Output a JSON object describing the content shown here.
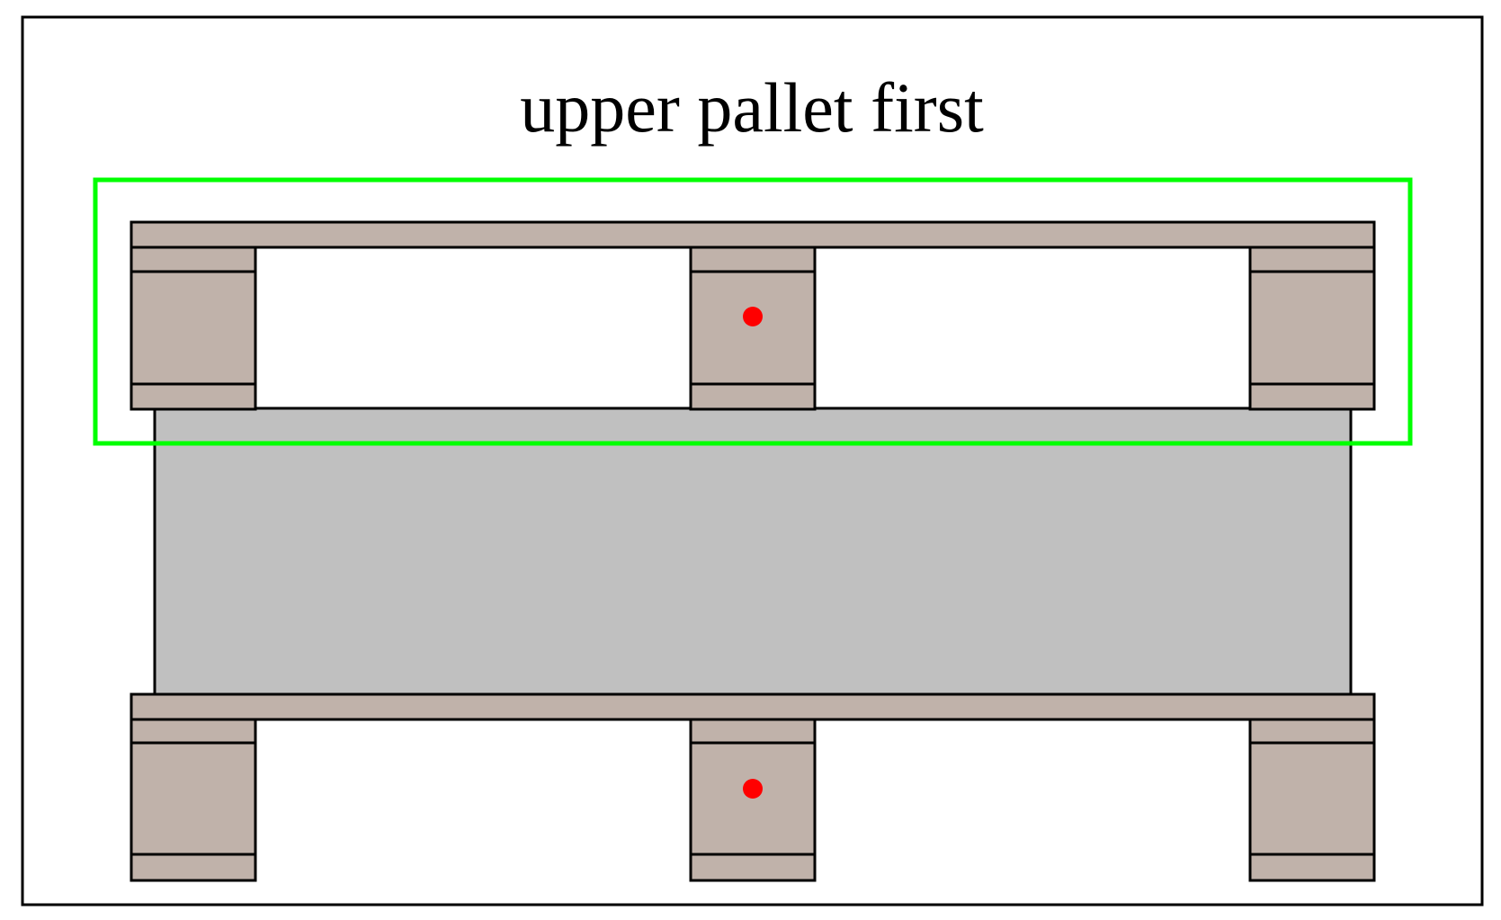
{
  "title": "upper pallet first",
  "colors": {
    "frame": "#000000",
    "pallet_wood": "#c0b2aa",
    "load": "#c0c0c0",
    "highlight_box": "#00ff00",
    "marker_dot": "#ff0000",
    "background": "#ffffff"
  },
  "highlight": {
    "target": "upper-pallet"
  },
  "pallets": [
    {
      "id": "upper",
      "blocks": 3,
      "marked_block": "center"
    },
    {
      "id": "lower",
      "blocks": 3,
      "marked_block": "center"
    }
  ]
}
